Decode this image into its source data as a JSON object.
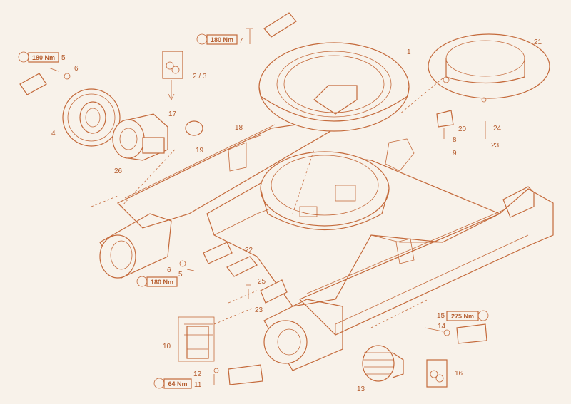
{
  "callouts": [
    {
      "id": "1",
      "label": "1"
    },
    {
      "id": "2_3",
      "label": "2 / 3"
    },
    {
      "id": "4",
      "label": "4"
    },
    {
      "id": "5a",
      "label": "5"
    },
    {
      "id": "5b",
      "label": "5"
    },
    {
      "id": "6a",
      "label": "6"
    },
    {
      "id": "6b",
      "label": "6"
    },
    {
      "id": "7",
      "label": "7"
    },
    {
      "id": "8",
      "label": "8"
    },
    {
      "id": "9",
      "label": "9"
    },
    {
      "id": "10",
      "label": "10"
    },
    {
      "id": "11",
      "label": "11"
    },
    {
      "id": "12",
      "label": "12"
    },
    {
      "id": "13",
      "label": "13"
    },
    {
      "id": "14",
      "label": "14"
    },
    {
      "id": "15",
      "label": "15"
    },
    {
      "id": "16",
      "label": "16"
    },
    {
      "id": "17",
      "label": "17"
    },
    {
      "id": "18",
      "label": "18"
    },
    {
      "id": "19",
      "label": "19"
    },
    {
      "id": "20",
      "label": "20"
    },
    {
      "id": "21",
      "label": "21"
    },
    {
      "id": "22",
      "label": "22"
    },
    {
      "id": "23a",
      "label": "23"
    },
    {
      "id": "23b",
      "label": "23"
    },
    {
      "id": "24",
      "label": "24"
    },
    {
      "id": "25",
      "label": "25"
    },
    {
      "id": "26",
      "label": "26"
    }
  ],
  "torques": [
    {
      "id": "t_top",
      "label": "180 Nm"
    },
    {
      "id": "t_left",
      "label": "180 Nm"
    },
    {
      "id": "t_mid",
      "label": "180 Nm"
    },
    {
      "id": "t_right",
      "label": "275 Nm"
    },
    {
      "id": "t_bottom",
      "label": "64 Nm"
    }
  ],
  "colors": {
    "line": "#c46a3b",
    "text": "#b45a2b",
    "background": "#f8f2ea"
  }
}
